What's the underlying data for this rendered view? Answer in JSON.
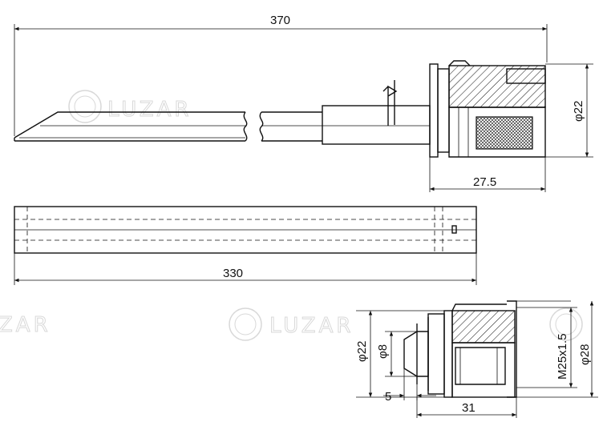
{
  "watermark": {
    "brand": "LUZAR",
    "brand_cut": "ZAR"
  },
  "view_top": {
    "length_label": "370",
    "diameter_label": "φ22",
    "cap_length_label": "27.5"
  },
  "view_middle": {
    "length_label": "330"
  },
  "view_detail": {
    "outer_diameter_label": "φ22",
    "inner_diameter_label": "φ8",
    "thread_label": "M25x1.5",
    "flange_diameter_label": "φ28",
    "step_length_label": "5",
    "overall_length_label": "31"
  },
  "colors": {
    "line": "#111111",
    "hatch": "#111111",
    "watermark": "#d8d8d8",
    "background": "#ffffff"
  }
}
